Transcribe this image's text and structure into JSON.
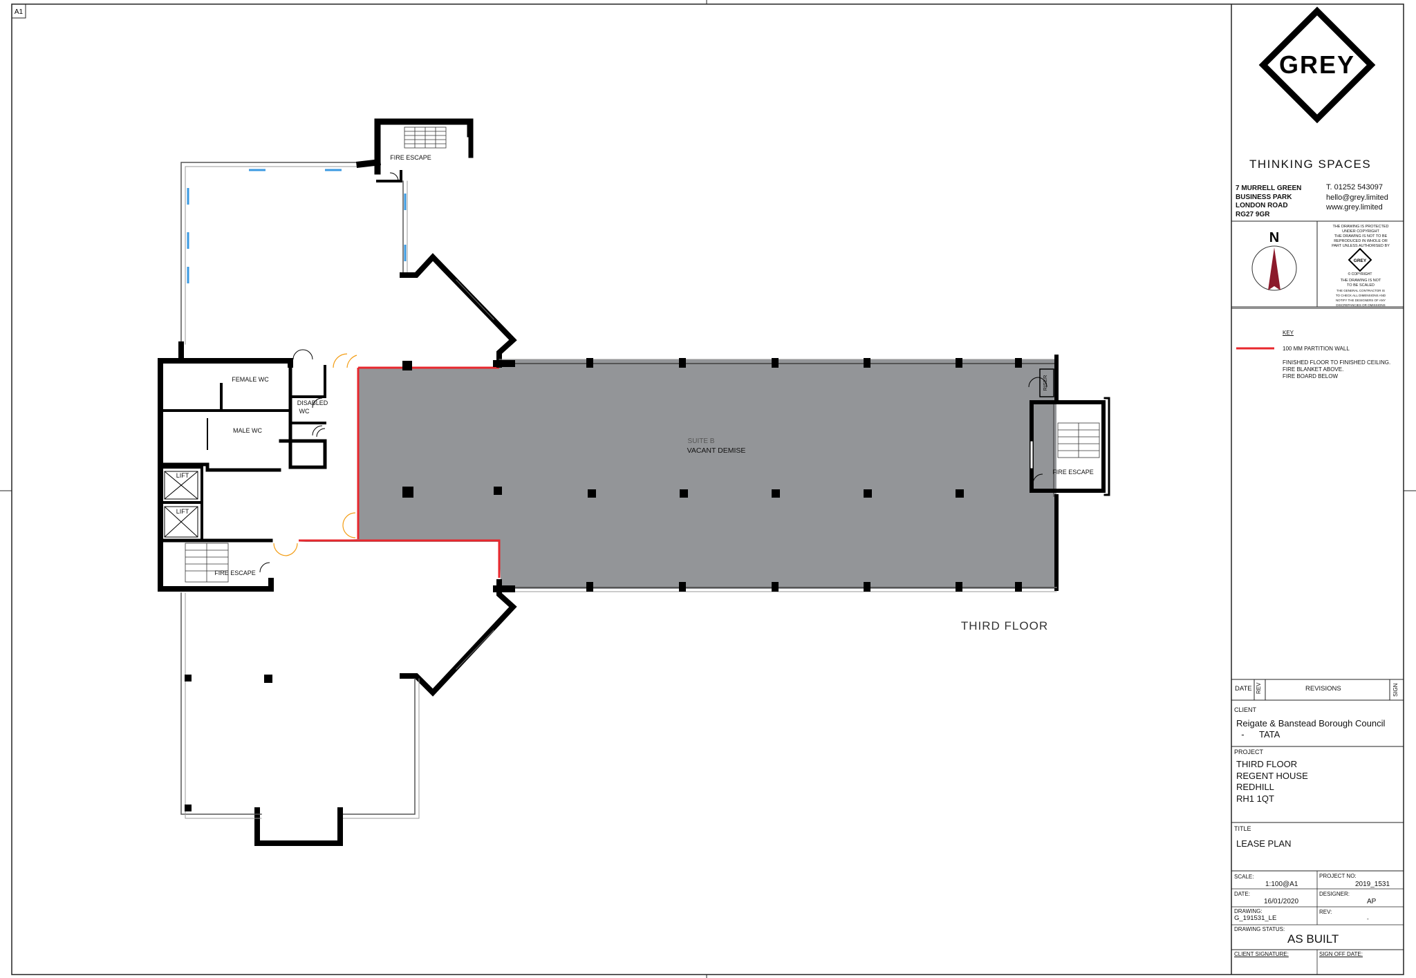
{
  "sheet": {
    "size_label": "A1"
  },
  "brand": {
    "logo_text": "GREY",
    "tagline": "THINKING SPACES",
    "address_lines": [
      "7 MURRELL GREEN",
      "BUSINESS PARK",
      "LONDON ROAD",
      "RG27 9GR"
    ],
    "contact_lines": [
      "T. 01252 543097",
      "hello@grey.limited",
      "www.grey.limited"
    ]
  },
  "north": {
    "label": "N"
  },
  "copyright": {
    "protected_lines": [
      "THE DRAWING IS PROTECTED",
      "UNDER COPYRIGHT",
      "THE DRAWING IS NOT TO BE",
      "REPRODUCED IN WHOLE OR",
      "PART UNLESS AUTHORISED BY"
    ],
    "stamp_text": "GREY",
    "stamp_caption": "© COPYRIGHT",
    "notes_lines": [
      "THE DRAWING IS NOT",
      "TO BE SCALED",
      "THE GENERAL CONTRACTOR IS",
      "TO CHECK ALL DIMENSIONS AND",
      "NOTIFY THE DESIGNERS OF ANY",
      "DISCREPANCIES OR OMISSIONS"
    ]
  },
  "key": {
    "title": "KEY",
    "partition_label": "100 MM PARTITION WALL",
    "note_lines": [
      "FINISHED FLOOR TO FINISHED CEILING.",
      "FIRE BLANKET ABOVE.",
      "FIRE BOARD BELOW"
    ],
    "partition_color": "#e8272d"
  },
  "revisions": {
    "date_header": "DATE",
    "rev_header": "REV",
    "title_header": "REVISIONS",
    "sign_header": "SIGN"
  },
  "client": {
    "label": "CLIENT",
    "lines": [
      "Reigate & Banstead Borough Council",
      "  -      TATA"
    ]
  },
  "project": {
    "label": "PROJECT",
    "lines": [
      "THIRD FLOOR",
      "REGENT HOUSE",
      "REDHILL",
      "RH1 1QT"
    ]
  },
  "title_block": {
    "label": "TITLE",
    "value": "LEASE PLAN"
  },
  "details": {
    "scale_label": "SCALE:",
    "scale_value": "1:100@A1",
    "project_no_label": "PROJECT NO:",
    "project_no_value": "2019_1531",
    "date_label": "DATE:",
    "date_value": "16/01/2020",
    "designer_label": "DESIGNER:",
    "designer_value": "AP",
    "drawing_label": "DRAWING:",
    "drawing_value": "G_191531_LE",
    "rev_label": "REV:",
    "rev_value": "-",
    "status_label": "DRAWING STATUS:",
    "status_value": "AS BUILT",
    "client_sig_label": "CLIENT SIGNATURE:",
    "sign_off_label": "SIGN OFF DATE:"
  },
  "plan": {
    "floor_label": "THIRD FLOOR",
    "suite_label": "SUITE B",
    "demise_label": "VACANT DEMISE",
    "rooms": {
      "fire_escape_top": "FIRE ESCAPE",
      "fire_escape_left": "FIRE ESCAPE",
      "fire_escape_right": "FIRE ESCAPE",
      "female_wc": "FEMALE WC",
      "disabled_wc_line1": "DISABLED",
      "disabled_wc_line2": "WC",
      "male_wc": "MALE WC",
      "lift_1": "LIFT",
      "lift_2": "LIFT",
      "riser": "RISER"
    },
    "colors": {
      "demise_fill": "#939598",
      "wall": "#000000",
      "door": "#f39c12",
      "glazing": "#3b9ae1"
    }
  }
}
